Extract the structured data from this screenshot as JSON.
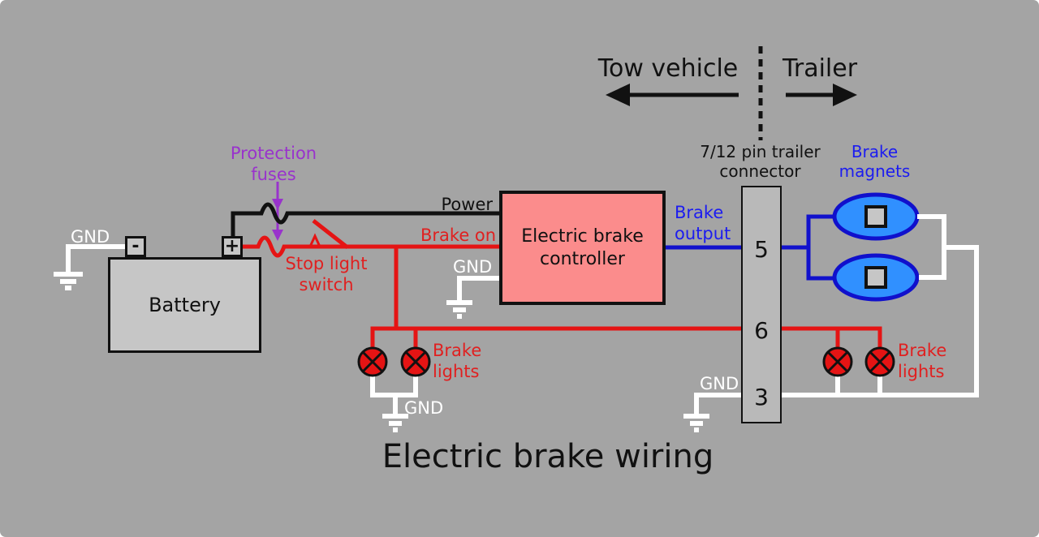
{
  "title": "Electric brake wiring",
  "header": {
    "tow_vehicle": "Tow vehicle",
    "trailer": "Trailer"
  },
  "labels": {
    "protection_fuses": "Protection fuses",
    "stop_light_switch": "Stop light switch",
    "power": "Power",
    "brake_on": "Brake on",
    "brake_output": "Brake output",
    "gnd": "GND",
    "brake_lights": "Brake lights",
    "brake_magnets": "Brake magnets",
    "battery": "Battery",
    "battery_minus": "-",
    "battery_plus": "+",
    "controller": "Electric brake controller",
    "connector": "7/12 pin trailer connector"
  },
  "connector": {
    "pins": [
      "5",
      "6",
      "3"
    ]
  },
  "colors": {
    "background": "#a4a4a4",
    "wire_black": "#111111",
    "wire_red": "#e51414",
    "wire_blue": "#1111cc",
    "wire_white": "#ffffff",
    "controller_fill": "#fb8c8c",
    "battery_fill": "#c6c6c6",
    "connector_fill": "#b9b9b9",
    "magnet_fill": "#3090ff",
    "magnet_border": "#1010cc",
    "label_purple": "#9933cc",
    "label_red": "#e02020",
    "label_blue": "#1c1cf0"
  }
}
